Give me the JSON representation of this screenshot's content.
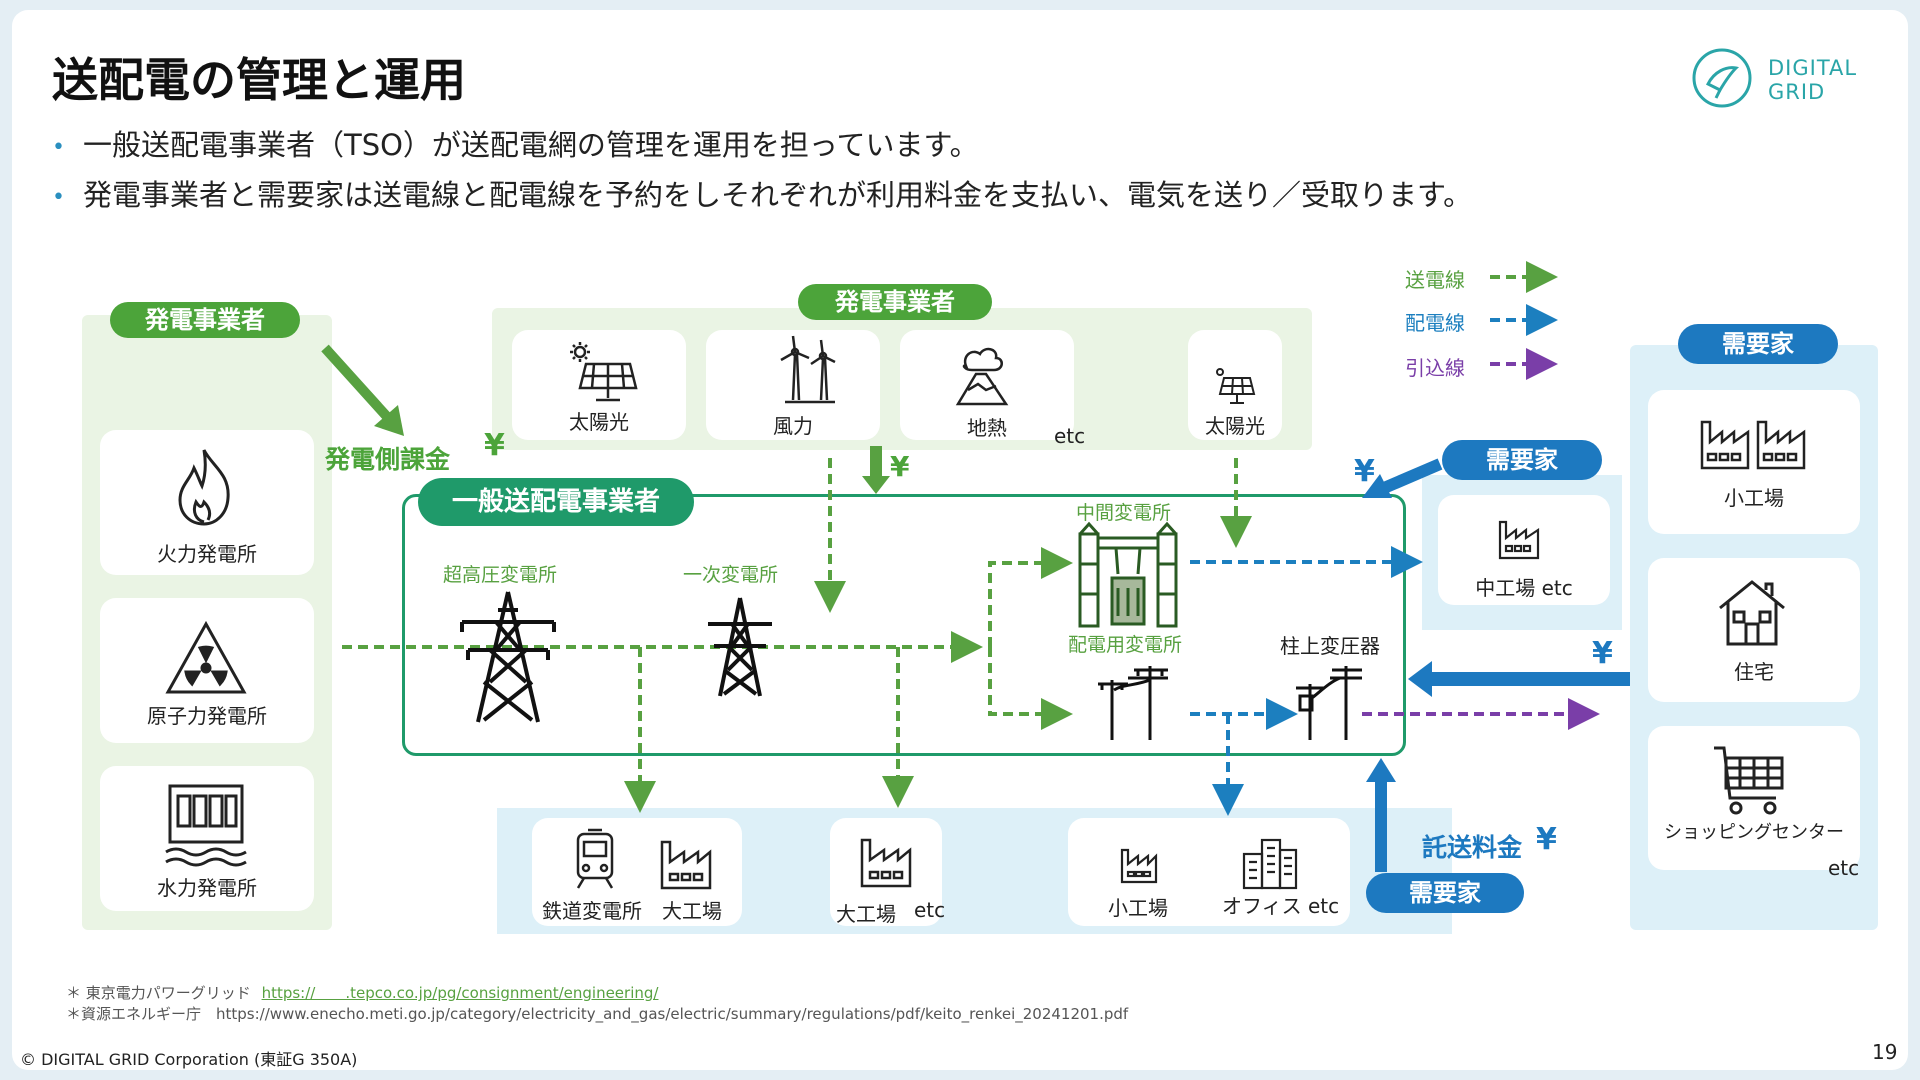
{
  "title": "送配電の管理と運用",
  "bullets": [
    "一般送配電事業者（TSO）が送配電網の管理を運用を担っています。",
    "発電事業者と需要家は送電線と配電線を予約をしそれぞれが利用料金を支払い、電気を送り／受取ります。"
  ],
  "logo": {
    "line1": "DIGITAL",
    "line2": "GRID"
  },
  "legend": {
    "transmission": "送電線",
    "distribution": "配電線",
    "service": "引込線"
  },
  "left_gen": {
    "pill": "発電事業者",
    "items": [
      "火力発電所",
      "原子力発電所",
      "水力発電所"
    ]
  },
  "top_gen": {
    "pill": "発電事業者",
    "items": [
      "太陽光",
      "風力",
      "地熱",
      "太陽光"
    ],
    "etc": "etc"
  },
  "tso": {
    "pill": "一般送配電事業者",
    "ehv": "超高圧変電所",
    "primary": "一次変電所",
    "intermediate": "中間変電所",
    "distribution": "配電用変電所",
    "pole": "柱上変圧器"
  },
  "gen_fee": "発電側課金",
  "yen": "¥",
  "consign_fee": "託送料金",
  "bottom": {
    "items": [
      "鉄道変電所",
      "大工場",
      "大工場",
      "小工場",
      "オフィス etc"
    ],
    "etc": "etc"
  },
  "mid_demand": {
    "pill": "需要家",
    "item": "中工場 etc"
  },
  "bottom_demand": {
    "pill": "需要家"
  },
  "right_demand": {
    "pill": "需要家",
    "items": [
      "小工場",
      "住宅",
      "ショッピングセンター"
    ],
    "etc": "etc"
  },
  "footnotes": [
    "＊ 東京電力パワーグリッド",
    "https://　　.tepco.co.jp/pg/consignment/engineering/",
    "＊資源エネルギー庁　https://www.enecho.meti.go.jp/category/electricity_and_gas/electric/summary/regulations/pdf/keito_renkei_20241201.pdf"
  ],
  "copyright": "© DIGITAL GRID Corporation (東証G 350A)",
  "page_number": "19",
  "colors": {
    "green": "#58a141",
    "pill_green": "#4ca43a",
    "tso_green": "#1f9a6a",
    "blue": "#1c7fbf",
    "pill_blue": "#1d79c0",
    "purple": "#7a3ea8",
    "panel_green": "#eaf4e4",
    "panel_blue": "#ddf0f8"
  }
}
